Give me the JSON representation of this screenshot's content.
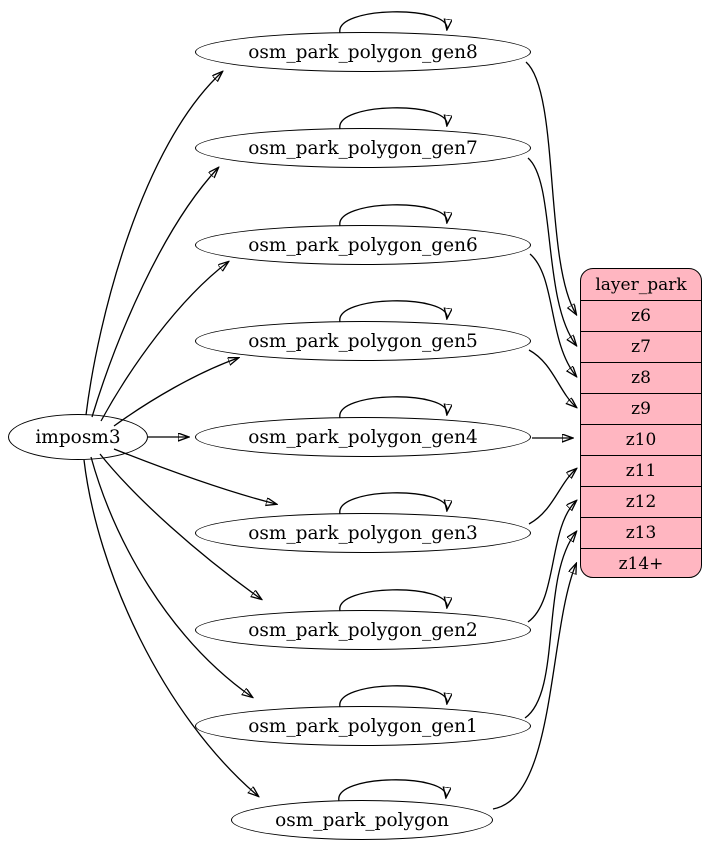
{
  "diagram": {
    "source": {
      "label": "imposm3"
    },
    "tables": [
      {
        "label": "osm_park_polygon_gen8",
        "feeds_zoom": "z6"
      },
      {
        "label": "osm_park_polygon_gen7",
        "feeds_zoom": "z7"
      },
      {
        "label": "osm_park_polygon_gen6",
        "feeds_zoom": "z8"
      },
      {
        "label": "osm_park_polygon_gen5",
        "feeds_zoom": "z9"
      },
      {
        "label": "osm_park_polygon_gen4",
        "feeds_zoom": "z10"
      },
      {
        "label": "osm_park_polygon_gen3",
        "feeds_zoom": "z11"
      },
      {
        "label": "osm_park_polygon_gen2",
        "feeds_zoom": "z12"
      },
      {
        "label": "osm_park_polygon_gen1",
        "feeds_zoom": "z13"
      },
      {
        "label": "osm_park_polygon",
        "feeds_zoom": "z14+"
      }
    ],
    "layer": {
      "header": "layer_park",
      "zoom_rows": [
        "z6",
        "z7",
        "z8",
        "z9",
        "z10",
        "z11",
        "z12",
        "z13",
        "z14+"
      ]
    },
    "edges": [
      {
        "from": "imposm3",
        "to": "osm_park_polygon_gen8"
      },
      {
        "from": "imposm3",
        "to": "osm_park_polygon_gen7"
      },
      {
        "from": "imposm3",
        "to": "osm_park_polygon_gen6"
      },
      {
        "from": "imposm3",
        "to": "osm_park_polygon_gen5"
      },
      {
        "from": "imposm3",
        "to": "osm_park_polygon_gen4"
      },
      {
        "from": "imposm3",
        "to": "osm_park_polygon_gen3"
      },
      {
        "from": "imposm3",
        "to": "osm_park_polygon_gen2"
      },
      {
        "from": "imposm3",
        "to": "osm_park_polygon_gen1"
      },
      {
        "from": "imposm3",
        "to": "osm_park_polygon"
      },
      {
        "from": "osm_park_polygon_gen8",
        "to": "osm_park_polygon_gen8"
      },
      {
        "from": "osm_park_polygon_gen7",
        "to": "osm_park_polygon_gen7"
      },
      {
        "from": "osm_park_polygon_gen6",
        "to": "osm_park_polygon_gen6"
      },
      {
        "from": "osm_park_polygon_gen5",
        "to": "osm_park_polygon_gen5"
      },
      {
        "from": "osm_park_polygon_gen4",
        "to": "osm_park_polygon_gen4"
      },
      {
        "from": "osm_park_polygon_gen3",
        "to": "osm_park_polygon_gen3"
      },
      {
        "from": "osm_park_polygon_gen2",
        "to": "osm_park_polygon_gen2"
      },
      {
        "from": "osm_park_polygon_gen1",
        "to": "osm_park_polygon_gen1"
      },
      {
        "from": "osm_park_polygon",
        "to": "osm_park_polygon"
      },
      {
        "from": "osm_park_polygon_gen8",
        "to": "layer_park.z6"
      },
      {
        "from": "osm_park_polygon_gen7",
        "to": "layer_park.z7"
      },
      {
        "from": "osm_park_polygon_gen6",
        "to": "layer_park.z8"
      },
      {
        "from": "osm_park_polygon_gen5",
        "to": "layer_park.z9"
      },
      {
        "from": "osm_park_polygon_gen4",
        "to": "layer_park.z10"
      },
      {
        "from": "osm_park_polygon_gen3",
        "to": "layer_park.z11"
      },
      {
        "from": "osm_park_polygon_gen2",
        "to": "layer_park.z12"
      },
      {
        "from": "osm_park_polygon_gen1",
        "to": "layer_park.z13"
      },
      {
        "from": "osm_park_polygon",
        "to": "layer_park.z14+"
      }
    ],
    "colors": {
      "layer_fill": "#ffb6c1",
      "node_fill": "#ffffff",
      "stroke": "#000000"
    }
  }
}
